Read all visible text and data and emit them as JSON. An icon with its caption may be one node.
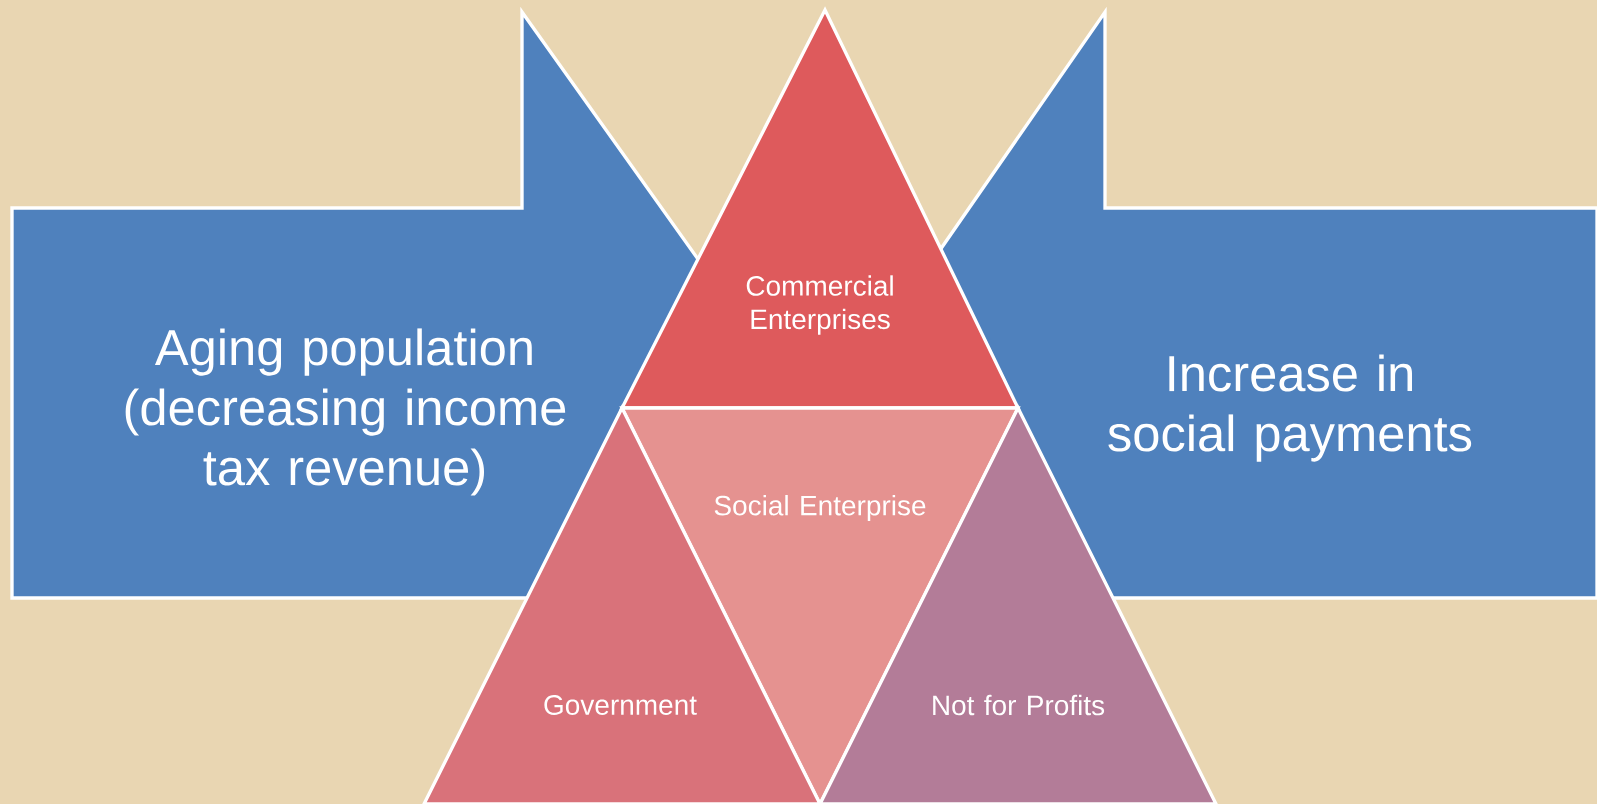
{
  "diagram": {
    "nodes": [
      {
        "text": [
          "Aging population (decreasing income tax revenue)"
        ]
      },
      {
        "text": [
          "Increase in social payments"
        ]
      },
      {
        "text": [
          "Commercial Enterprises"
        ]
      },
      {
        "text": [
          "Social Enterprise"
        ]
      },
      {
        "text": [
          "Government"
        ]
      },
      {
        "text": [
          "Not for Profits"
        ]
      }
    ]
  }
}
